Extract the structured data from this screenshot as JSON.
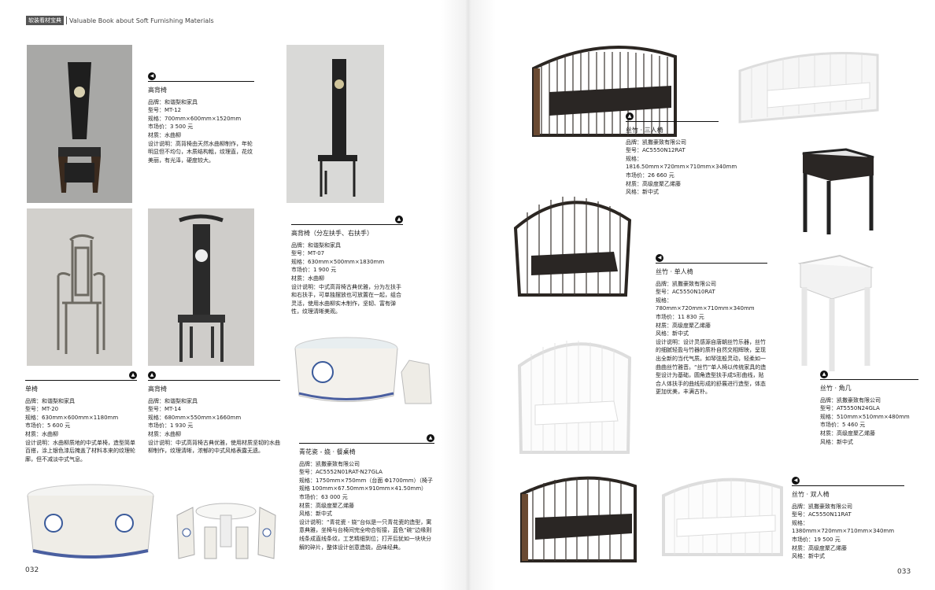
{
  "header": {
    "tag": "软装看材宝典",
    "subtitle": "Valuable Book about Soft Furnishing  Materials"
  },
  "pages": {
    "left": "032",
    "right": "033"
  },
  "products": [
    {
      "id": "mt12",
      "icon": "arrow-left-icon",
      "title": "高背椅",
      "lines": [
        "品牌：和谐梨和家具",
        "型号：MT-12",
        "规格：700mm×600mm×1520mm",
        "市场价：3 500 元",
        "材质：水曲柳",
        "设计说明：高背椅由天然水曲柳制作，年轮明显但不均匀，木质结构粗，纹理直，花纹美丽，有光泽，硬度较大。"
      ]
    },
    {
      "id": "mt07",
      "icon": "arrow-up-icon",
      "title": "高背椅（分左扶手、右扶手）",
      "lines": [
        "品牌：和谐梨和家具",
        "型号：MT-07",
        "规格：630mm×500mm×1830mm",
        "市场价：1 900 元",
        "材质：水曲柳",
        "设计说明：中式高背椅古典优雅，分为左扶手和右扶手，可单独摆放也可放置在一起，组合灵活，使用水曲柳实木制作，坚韧、富有弹性，纹理清晰美观。"
      ]
    },
    {
      "id": "mt20",
      "icon": "arrow-up-icon",
      "title": "单椅",
      "lines": [
        "品牌：和谐梨和家具",
        "型号：MT-20",
        "规格：630mm×600mm×1180mm",
        "市场价：5 600 元",
        "材质：水曲柳",
        "设计说明：水曲柳质地的中式单椅，造型简单百搭，涂上银色漆后掩盖了材料本来的纹理轮廓，但不减淡中式气息。"
      ]
    },
    {
      "id": "mt14",
      "icon": "arrow-up-icon",
      "title": "高背椅",
      "lines": [
        "品牌：和谐梨和家具",
        "型号：MT-14",
        "规格：680mm×550mm×1660mm",
        "市场价：1 930 元",
        "材质：水曲柳",
        "设计说明：中式高背椅古典优雅，使用材质坚韧的水曲柳制作，纹理清晰，浓郁的中式风格表露无遗。"
      ]
    },
    {
      "id": "qhc",
      "icon": "arrow-up-icon",
      "title": "青花瓷 - 娆 · 餐桌椅",
      "lines": [
        "品牌：凯撒豪致有限公司",
        "型号：AC5552N01RAT-N27GLA",
        "规格：1750mm×750mm（台面 Φ1700mm）（椅子规格 100mm×67.50mm×910mm×41.50mm）",
        "市场价：63 000 元",
        "材质：高级度聚乙烯藤",
        "风格：新中式",
        "设计说明：“青花瓷 - 娆”台似是一只青花瓷的造型，寓意典雅，坐椅与台椅间完全吻合衔接，蓝色“碗”边缘则线条成直线条纹，工艺精细到位；打开后犹如一块块分解的碎片，整体设计创意造娆，品味经典。"
      ]
    },
    {
      "id": "sz3",
      "icon": "arrow-up-icon",
      "title": "丝竹 · 三人椅",
      "lines": [
        "品牌：凯撒豪致有限公司",
        "型号：AC5550N12RAT",
        "规格：1816.50mm×720mm×710mm×340mm",
        "市场价：26 660 元",
        "材质：高级度聚乙烯藤",
        "风格：新中式"
      ]
    },
    {
      "id": "sz1",
      "icon": "arrow-left-icon",
      "title": "丝竹 · 单人椅",
      "lines": [
        "品牌：凯撒豪致有限公司",
        "型号：AC5550N10RAT",
        "规格：780mm×720mm×710mm×340mm",
        "市场价：11 830 元",
        "材质：高级度聚乙烯藤",
        "风格：新中式",
        "设计说明：设计灵感源自唐朝丝竹乐器，丝竹的细腻轻盈与竹器的质朴自然交相辉映，呈现出全新的当代气质。如琴弦般灵动，轻柔如一曲曲丝竹雅音。“丝竹”单人椅以传统家具的造型设计为基础，圆角造型扶手成S形曲线，贴合人体扶手的曲线形成的舒展进行造型，体态更加优美，丰满古朴。"
      ]
    },
    {
      "id": "szj",
      "icon": "arrow-up-icon",
      "title": "丝竹 · 角几",
      "lines": [
        "品牌：凯撒豪致有限公司",
        "型号：AT5550N24GLA",
        "规格：510mm×510mm×480mm",
        "市场价：5 460 元",
        "材质：高级度聚乙烯藤",
        "风格：新中式"
      ]
    },
    {
      "id": "sz2",
      "icon": "arrow-left-icon",
      "title": "丝竹 · 双人椅",
      "lines": [
        "品牌：凯撒豪致有限公司",
        "型号：AC5550N11RAT",
        "规格：1380mm×720mm×710mm×340mm",
        "市场价：19 500 元",
        "材质：高级度聚乙烯藤",
        "风格：新中式"
      ]
    }
  ]
}
